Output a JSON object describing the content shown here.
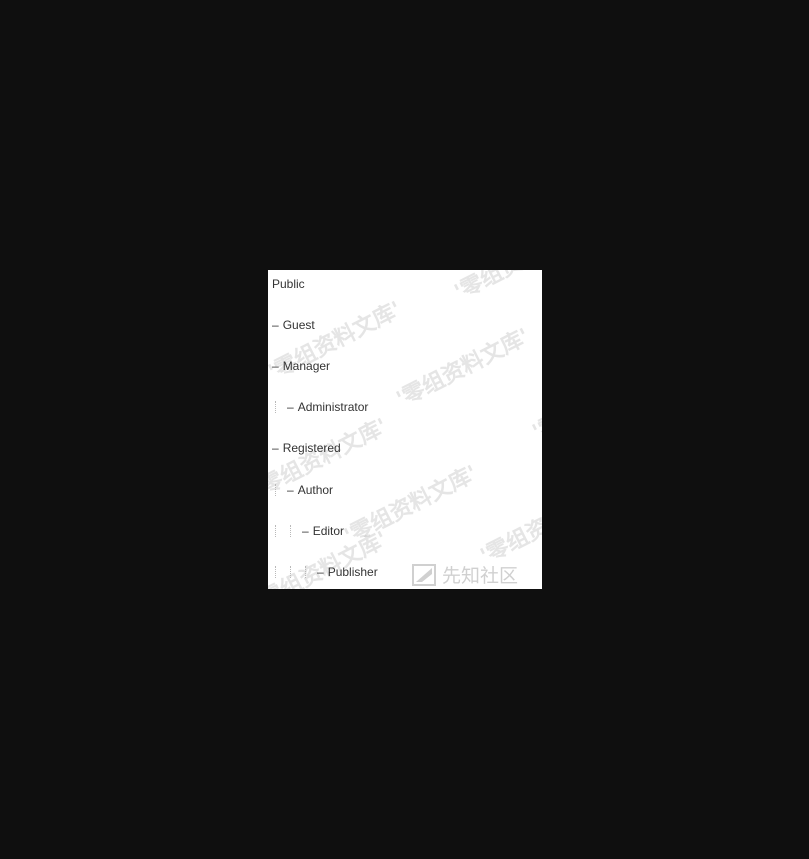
{
  "tree": {
    "items": [
      {
        "label": "Public",
        "depth": 0,
        "dash": ""
      },
      {
        "label": "Guest",
        "depth": 0,
        "dash": "–"
      },
      {
        "label": "Manager",
        "depth": 0,
        "dash": "–"
      },
      {
        "label": "Administrator",
        "depth": 1,
        "dash": "–"
      },
      {
        "label": "Registered",
        "depth": 0,
        "dash": "–"
      },
      {
        "label": "Author",
        "depth": 1,
        "dash": "–"
      },
      {
        "label": "Editor",
        "depth": 2,
        "dash": "–"
      },
      {
        "label": "Publisher",
        "depth": 3,
        "dash": "–"
      }
    ]
  },
  "watermark": {
    "text": "'零组资料文库'",
    "brand": "先知社区",
    "brand_icon": "xianzhi-logo-icon"
  },
  "colors": {
    "page_background": "#0f0f0f",
    "panel_background": "#ffffff",
    "text": "#333333",
    "guide": "#b9b9b9"
  }
}
